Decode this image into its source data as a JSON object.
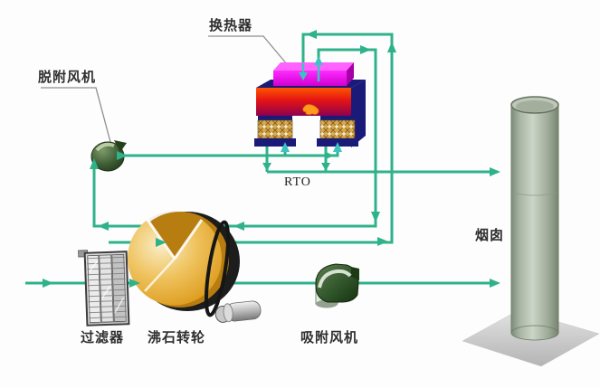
{
  "labels": {
    "heat_exchanger": "换热器",
    "desorption_fan": "脱附风机",
    "rto": "RTO",
    "chimney": "烟囱",
    "filter": "过滤器",
    "zeolite_wheel": "沸石转轮",
    "adsorption_fan": "吸附风机"
  },
  "colors": {
    "pipe_green": "#2fb28a",
    "port_arrow_cyan": "#3ac4c0",
    "heat_exchanger_magenta": "#e810e8",
    "chamber_red_top": "#ff5500",
    "chamber_red_bottom": "#8f0050",
    "shell_navy": "#1a1a78",
    "ceramic_bed_tan": "#d7a94f",
    "rotor_gold": "#e2a21c",
    "fan_dark_green": "#2f5633",
    "chimney_gray_green": "#b7c2b3",
    "label_text": "#2f2f2f",
    "pointer_line_gray": "#8f8f8f"
  }
}
